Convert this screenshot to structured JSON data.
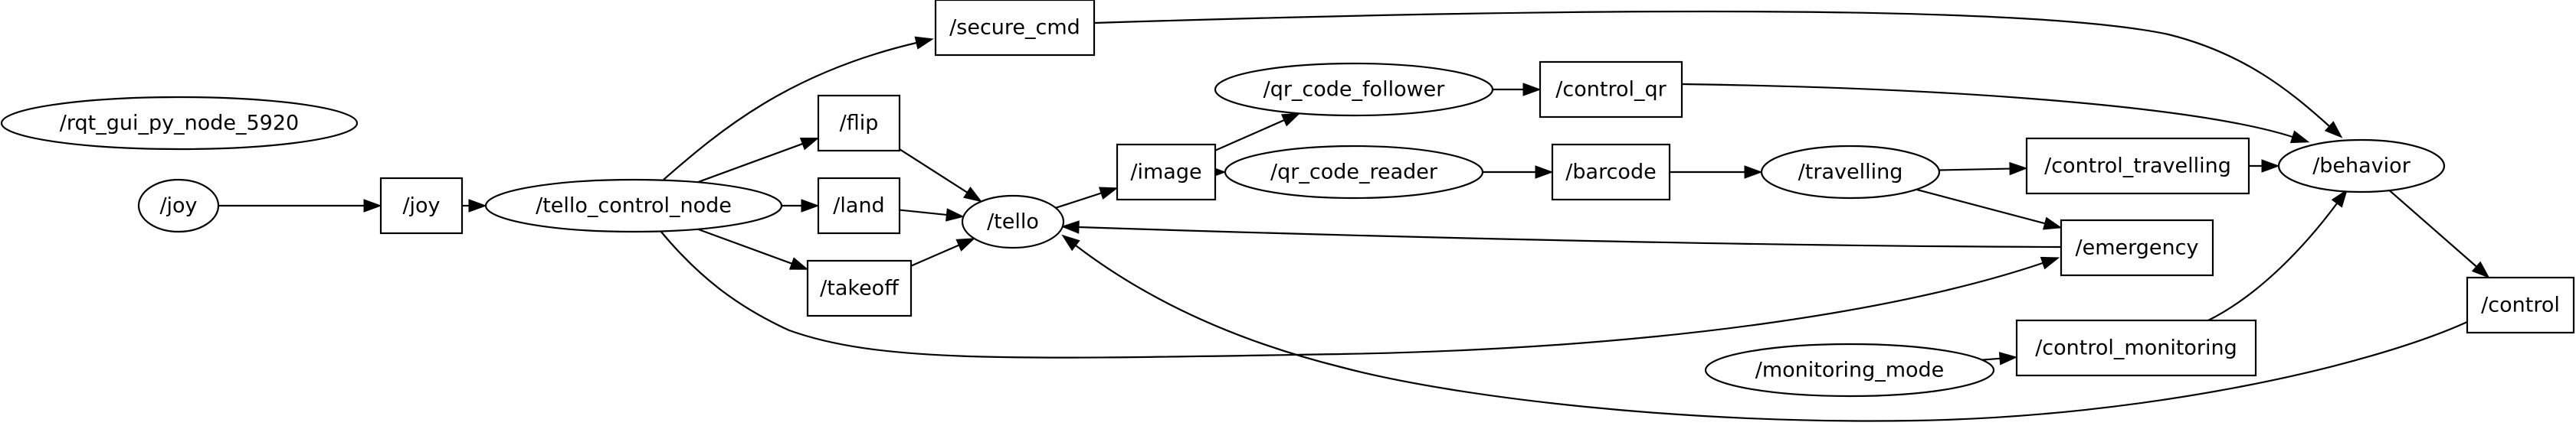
{
  "nodes": [
    {
      "id": "rqt_gui",
      "label": "/rqt_gui_py_node_5920",
      "kind": "node"
    },
    {
      "id": "joy_node",
      "label": "/joy",
      "kind": "node"
    },
    {
      "id": "joy_topic",
      "label": "/joy",
      "kind": "topic"
    },
    {
      "id": "tello_control_node",
      "label": "/tello_control_node",
      "kind": "node"
    },
    {
      "id": "secure_cmd",
      "label": "/secure_cmd",
      "kind": "topic"
    },
    {
      "id": "flip",
      "label": "/flip",
      "kind": "topic"
    },
    {
      "id": "land",
      "label": "/land",
      "kind": "topic"
    },
    {
      "id": "takeoff",
      "label": "/takeoff",
      "kind": "topic"
    },
    {
      "id": "tello",
      "label": "/tello",
      "kind": "node"
    },
    {
      "id": "image",
      "label": "/image",
      "kind": "topic"
    },
    {
      "id": "qr_code_follower",
      "label": "/qr_code_follower",
      "kind": "node"
    },
    {
      "id": "qr_code_reader",
      "label": "/qr_code_reader",
      "kind": "node"
    },
    {
      "id": "control_qr",
      "label": "/control_qr",
      "kind": "topic"
    },
    {
      "id": "barcode",
      "label": "/barcode",
      "kind": "topic"
    },
    {
      "id": "travelling",
      "label": "/travelling",
      "kind": "node"
    },
    {
      "id": "control_travelling",
      "label": "/control_travelling",
      "kind": "topic"
    },
    {
      "id": "emergency",
      "label": "/emergency",
      "kind": "topic"
    },
    {
      "id": "behavior",
      "label": "/behavior",
      "kind": "node"
    },
    {
      "id": "control",
      "label": "/control",
      "kind": "topic"
    },
    {
      "id": "monitoring_mode",
      "label": "/monitoring_mode",
      "kind": "node"
    },
    {
      "id": "control_monitoring",
      "label": "/control_monitoring",
      "kind": "topic"
    }
  ],
  "edges": [
    {
      "from": "joy_node",
      "to": "joy_topic"
    },
    {
      "from": "joy_topic",
      "to": "tello_control_node"
    },
    {
      "from": "tello_control_node",
      "to": "secure_cmd"
    },
    {
      "from": "tello_control_node",
      "to": "flip"
    },
    {
      "from": "tello_control_node",
      "to": "land"
    },
    {
      "from": "tello_control_node",
      "to": "takeoff"
    },
    {
      "from": "tello_control_node",
      "to": "emergency"
    },
    {
      "from": "flip",
      "to": "tello"
    },
    {
      "from": "land",
      "to": "tello"
    },
    {
      "from": "takeoff",
      "to": "tello"
    },
    {
      "from": "tello",
      "to": "image"
    },
    {
      "from": "image",
      "to": "qr_code_follower"
    },
    {
      "from": "image",
      "to": "qr_code_reader"
    },
    {
      "from": "qr_code_follower",
      "to": "control_qr"
    },
    {
      "from": "qr_code_reader",
      "to": "barcode"
    },
    {
      "from": "barcode",
      "to": "travelling"
    },
    {
      "from": "travelling",
      "to": "control_travelling"
    },
    {
      "from": "travelling",
      "to": "emergency"
    },
    {
      "from": "emergency",
      "to": "tello"
    },
    {
      "from": "control_travelling",
      "to": "behavior"
    },
    {
      "from": "control_qr",
      "to": "behavior"
    },
    {
      "from": "secure_cmd",
      "to": "behavior"
    },
    {
      "from": "control_monitoring",
      "to": "behavior"
    },
    {
      "from": "monitoring_mode",
      "to": "control_monitoring"
    },
    {
      "from": "behavior",
      "to": "control"
    },
    {
      "from": "control",
      "to": "tello"
    }
  ]
}
